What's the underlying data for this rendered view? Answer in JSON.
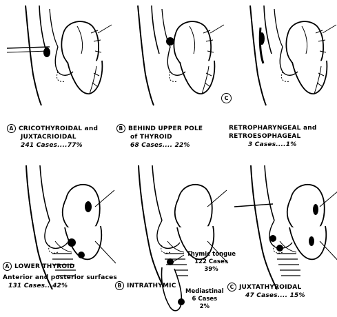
{
  "top_row": [
    {
      "letter": "A",
      "title_line1": "CRICOTHYROIDAL and",
      "title_line2": "JUXTACRIOIDAL",
      "stats": "241 Cases....77%"
    },
    {
      "letter": "B",
      "title_line1": "BEHIND UPPER POLE",
      "title_line2": "of THYROID",
      "stats": "68 Cases.... 22%"
    },
    {
      "letter": "C",
      "title_line1": "RETROPHARYNGEAL and",
      "title_line2": "RETROESOPHAGEAL",
      "stats": "3 Cases....1%"
    }
  ],
  "bottom_row": [
    {
      "letter": "A",
      "title_line1": "LOWER THYROID",
      "title_line2": "Anterior and posterior surfaces",
      "stats": "131 Cases...42%"
    },
    {
      "letter": "B",
      "title_line1": "INTRATHYMIC",
      "thymic_label": "Thymic tongue",
      "thymic_cases": "122 Cases",
      "thymic_pct": "39%",
      "mediastinal_label": "Mediastinal",
      "mediastinal_cases": "6 Cases",
      "mediastinal_pct": "2%"
    },
    {
      "letter": "C",
      "title_line1": "JUXTATHYROIDAL",
      "stats": "47 Cases.... 15%"
    }
  ]
}
